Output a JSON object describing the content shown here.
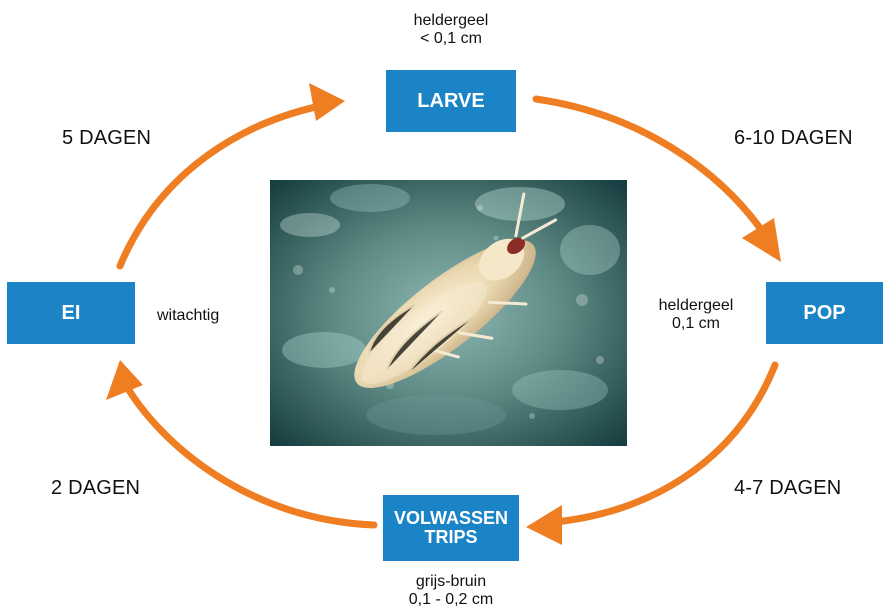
{
  "stages": {
    "larve": {
      "title": "LARVE",
      "detail_line1": "heldergeel",
      "detail_line2": "< 0,1 cm"
    },
    "pop": {
      "title": "POP",
      "detail_line1": "heldergeel",
      "detail_line2": "0,1 cm"
    },
    "volwassen": {
      "title_line1": "VOLWASSEN",
      "title_line2": "TRIPS",
      "detail_line1": "grijs-bruin",
      "detail_line2": "0,1 - 0,2 cm"
    },
    "ei": {
      "title": "EI",
      "detail": "witachtig"
    }
  },
  "durations": {
    "ei_to_larve": "5 DAGEN",
    "larve_to_pop": "6-10 DAGEN",
    "pop_to_volwassen": "4-7 DAGEN",
    "volwassen_to_ei": "2 DAGEN"
  },
  "colors": {
    "box_blue": "#1a84c7",
    "arrow_orange": "#ef7d22"
  },
  "photo": {
    "subject": "thrips-larva-photo"
  }
}
